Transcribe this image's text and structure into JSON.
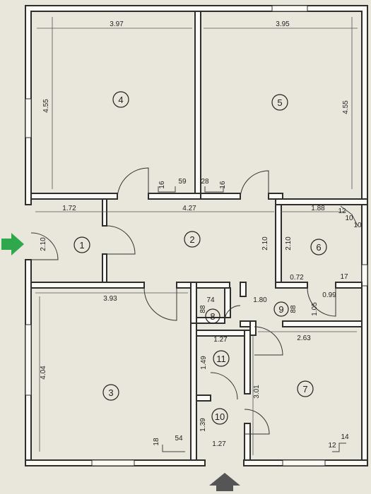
{
  "rooms": [
    {
      "id": "1",
      "label": "1"
    },
    {
      "id": "2",
      "label": "2"
    },
    {
      "id": "3",
      "label": "3"
    },
    {
      "id": "4",
      "label": "4"
    },
    {
      "id": "5",
      "label": "5"
    },
    {
      "id": "6",
      "label": "6"
    },
    {
      "id": "7",
      "label": "7"
    },
    {
      "id": "8",
      "label": "8"
    },
    {
      "id": "9",
      "label": "9"
    },
    {
      "id": "10",
      "label": "10"
    },
    {
      "id": "11",
      "label": "11"
    }
  ],
  "dims": {
    "r4_width": "3.97",
    "r5_width": "3.95",
    "r4_height": "4.55",
    "r5_height": "4.55",
    "r4_d16": "16",
    "r4_d59": "59",
    "r5_d28": "28",
    "r5_d16": "16",
    "hall_172": "1.72",
    "hall_427": "4.27",
    "hall_210_left": "2.10",
    "hall_210_mid": "2.10",
    "r6_210": "2.10",
    "r6_188": "1.88",
    "r6_12": "12",
    "r6_10a": "10",
    "r6_10b": "10",
    "r6_072": "0.72",
    "r6_17": "17",
    "r6_099": "0.99",
    "r3_393": "3.93",
    "r3_404": "4.04",
    "r3_18": "18",
    "r3_54": "54",
    "r8_74": "74",
    "r8_88": "88",
    "r9_180": "1.80",
    "r9_88": "88",
    "r9_105": "1.05",
    "r11_127": "1.27",
    "r11_149": "1.49",
    "r10_139": "1.39",
    "r10_127": "1.27",
    "r7_263": "2.63",
    "r7_301": "3.01",
    "r7_14": "14",
    "r7_12": "12"
  },
  "colors": {
    "entry_arrow": "#2ea84a",
    "bottom_arrow": "#555555",
    "wall": "#3a3a3a"
  }
}
